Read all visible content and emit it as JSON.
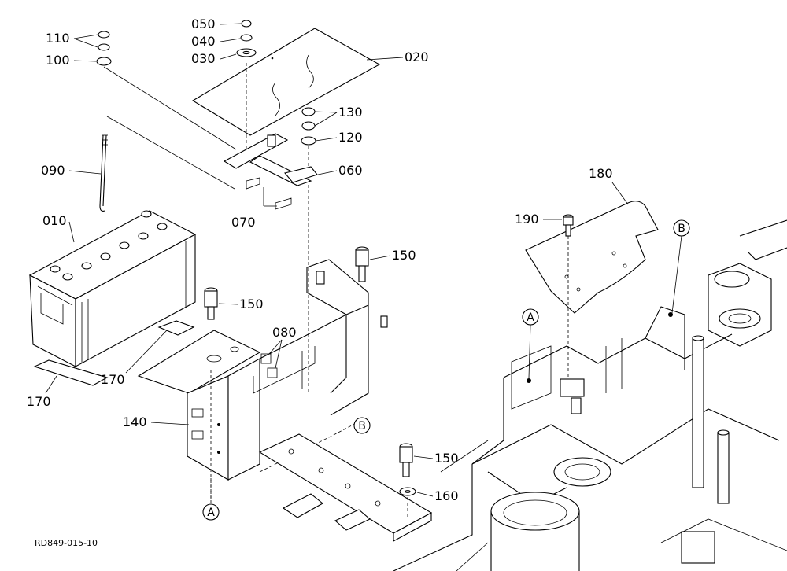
{
  "diagram": {
    "reference_code": "RD849-015-10",
    "part_labels": {
      "p010": "010",
      "p020": "020",
      "p030": "030",
      "p040": "040",
      "p050": "050",
      "p060": "060",
      "p070": "070",
      "p080": "080",
      "p090": "090",
      "p100": "100",
      "p110": "110",
      "p120": "120",
      "p130": "130",
      "p140": "140",
      "p150a": "150",
      "p150b": "150",
      "p150c": "150",
      "p160": "160",
      "p170a": "170",
      "p170b": "170",
      "p180": "180",
      "p190": "190"
    },
    "connection_labels": {
      "a_left": "A",
      "a_right": "A",
      "b_left": "B",
      "b_right": "B"
    }
  }
}
